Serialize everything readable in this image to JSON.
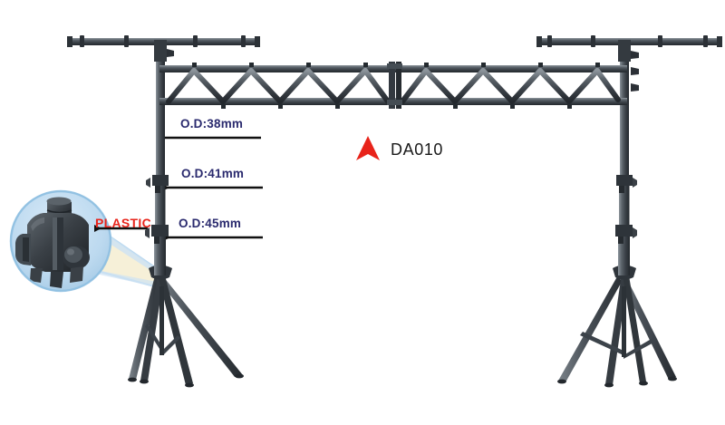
{
  "document": {
    "kind": "product-spec-diagram",
    "subject": "lighting truss stand system",
    "background_color": "#ffffff"
  },
  "model": {
    "code": "DA010",
    "marker_icon": "red-triangle-marker",
    "marker_color": "#e8231a",
    "text_color": "#1a1a1a"
  },
  "callouts": {
    "label_color": "#2a2a6e",
    "arrow_color": "#111111",
    "items": [
      {
        "id": "od-38",
        "text": "O.D:38mm",
        "arrow": "left-arrow-icon",
        "tube_section": "top"
      },
      {
        "id": "od-41",
        "text": "O.D:41mm",
        "arrow": "left-arrow-icon",
        "tube_section": "middle"
      },
      {
        "id": "od-45",
        "text": "O.D:45mm",
        "arrow": "left-arrow-icon",
        "tube_section": "bottom"
      }
    ]
  },
  "detail_inset": {
    "label": "PLASTIC",
    "label_color": "#e8231a",
    "arrow": "left-arrow-icon",
    "circle_fill": "#bcd9ef",
    "circle_edge": "#8fc0e2",
    "cone_fill": "#f6f0d8",
    "part_color": "#3b4147",
    "zoom_target": "tripod-leg-collar"
  },
  "structure": {
    "metal_color": "#454d54",
    "metal_dark": "#2b3137",
    "metal_light": "#7e878f",
    "parts": [
      "left-tripod-stand",
      "right-tripod-stand",
      "left-t-bar",
      "right-t-bar",
      "horizontal-lattice-truss",
      "truss-center-splice"
    ]
  }
}
